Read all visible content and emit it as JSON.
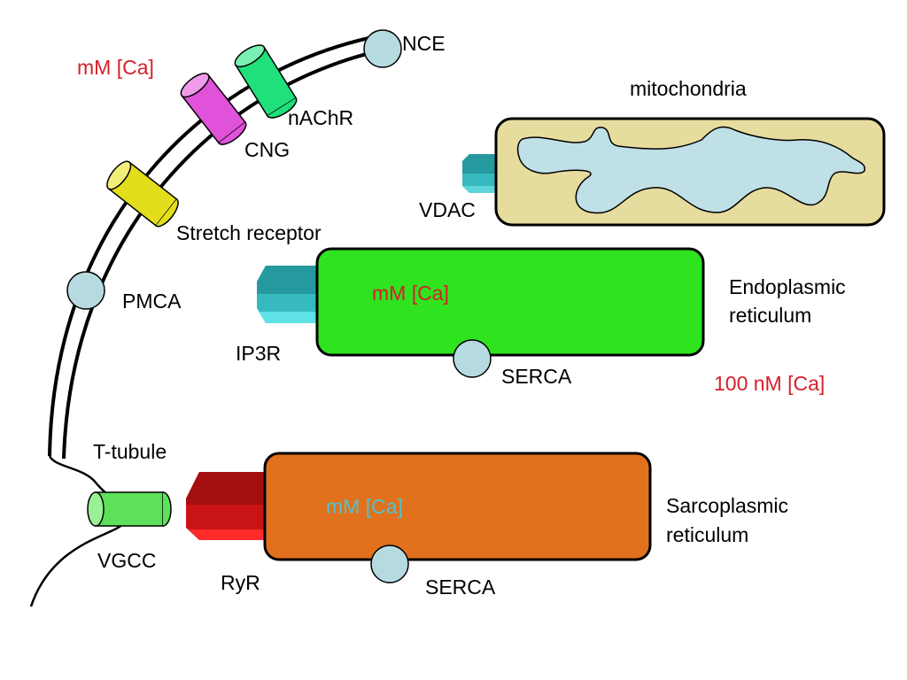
{
  "labels": {
    "outside_conc": "mM [Ca]",
    "nce": "NCE",
    "nachr": "nAChR",
    "cng": "CNG",
    "stretch_receptor": "Stretch receptor",
    "pmca": "PMCA",
    "t_tubule": "T-tubule",
    "vgcc": "VGCC",
    "mitochondria": "mitochondria",
    "vdac": "VDAC",
    "er_conc": "mM [Ca]",
    "er_name_line1": "Endoplasmic",
    "er_name_line2": "reticulum",
    "ip3r": "IP3R",
    "serca_er": "SERCA",
    "cytosol_conc": "100 nM [Ca]",
    "sr_conc": "mM [Ca]",
    "sr_name_line1": "Sarcoplasmic",
    "sr_name_line2": "reticulum",
    "ryr": "RyR",
    "serca_sr": "SERCA"
  },
  "colors": {
    "concentration_text": "#d4202a",
    "sr_concentration_text": "#4fc3d0",
    "endoplasmic_reticulum": "#2fe31f",
    "sarcoplasmic_reticulum": "#e2711d",
    "mitochondria_outer": "#e6dc9e",
    "mitochondria_inner": "#bfe0e6",
    "pump_circle": "#b5dbe1",
    "nachr_channel": "#1fe07a",
    "cng_channel": "#e052d9",
    "stretch_channel": "#e3dd1c",
    "vgcc_channel": "#5ee05a",
    "teal_channel": "#2aa3a8",
    "ryr_channel": "#cc1717"
  }
}
